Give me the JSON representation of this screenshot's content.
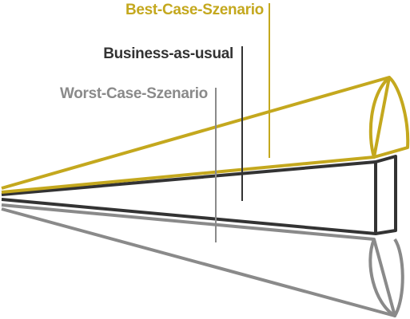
{
  "scenarios": {
    "best": {
      "label": "Best-Case-Szenario",
      "color": "#c4a81e"
    },
    "bau": {
      "label": "Business-as-usual",
      "color": "#333333"
    },
    "worst": {
      "label": "Worst-Case-Szenario",
      "color": "#8a8a8a"
    }
  }
}
